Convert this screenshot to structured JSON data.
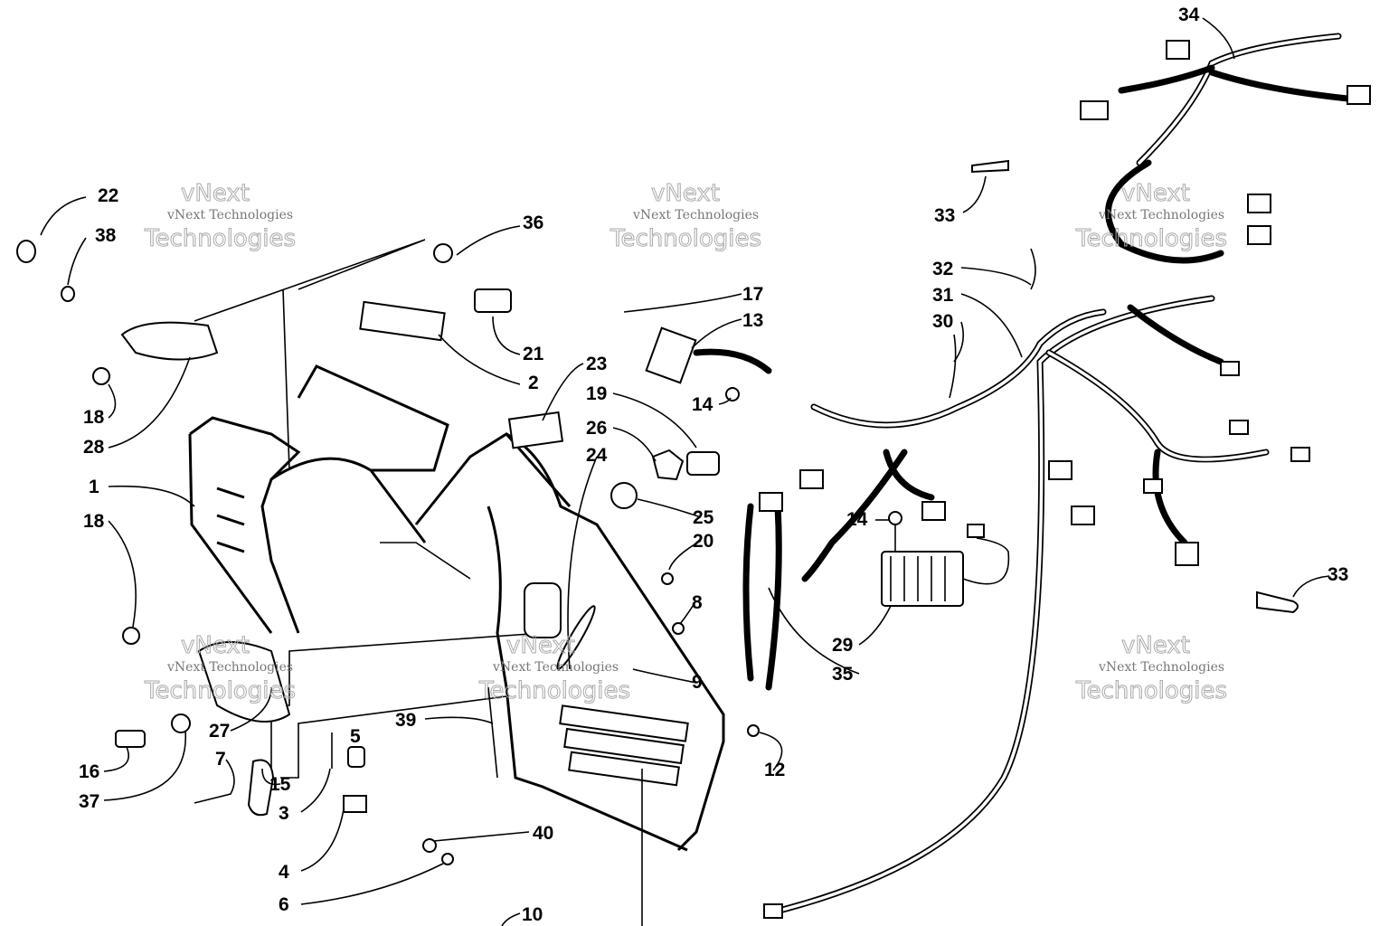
{
  "diagram": {
    "title": "Electrical / Console Parts Diagram",
    "watermark_small": "vNext Technologies",
    "watermark_top": "vNext",
    "watermark_bottom": "Technologies",
    "callouts": [
      "34",
      "33",
      "22",
      "38",
      "36",
      "32",
      "31",
      "30",
      "17",
      "13",
      "21",
      "2",
      "23",
      "14",
      "19",
      "18",
      "28",
      "26",
      "24",
      "1",
      "18",
      "25",
      "20",
      "14",
      "8",
      "33",
      "29",
      "35",
      "9",
      "39",
      "27",
      "5",
      "12",
      "16",
      "7",
      "15",
      "37",
      "3",
      "40",
      "4",
      "6",
      "10"
    ]
  }
}
